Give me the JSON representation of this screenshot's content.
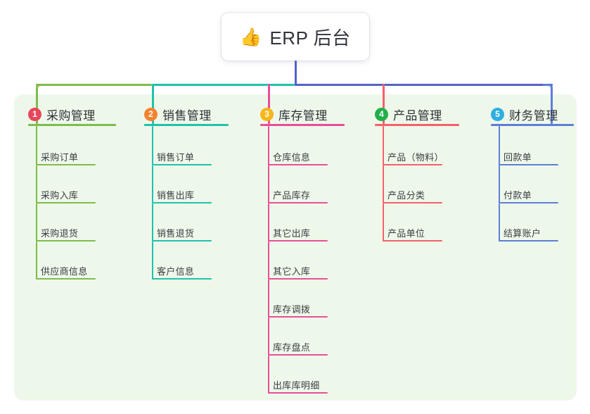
{
  "diagram": {
    "type": "mindmap-tree",
    "title": "ERP 后台",
    "root": {
      "label": "ERP 后台",
      "icon": "thumbs-up-icon",
      "emoji": "👍",
      "box_color": "#ffffff",
      "text_color": "#31343b"
    },
    "panel": {
      "background": "#eef8ea"
    },
    "trunk_color": "#5562c8",
    "branches": [
      {
        "index": 1,
        "badge": "1",
        "badge_color": "#e8455c",
        "label": "采购管理",
        "line_color": "#7dbd4c",
        "items": [
          {
            "label": "采购订单"
          },
          {
            "label": "采购入库"
          },
          {
            "label": "采购退货"
          },
          {
            "label": "供应商信息"
          }
        ]
      },
      {
        "index": 2,
        "badge": "2",
        "badge_color": "#f5822e",
        "label": "销售管理",
        "line_color": "#1fc2ad",
        "items": [
          {
            "label": "销售订单"
          },
          {
            "label": "销售出库"
          },
          {
            "label": "销售退货"
          },
          {
            "label": "客户信息"
          }
        ]
      },
      {
        "index": 3,
        "badge": "3",
        "badge_color": "#f7b618",
        "label": "库存管理",
        "line_color": "#ea4d9b",
        "items": [
          {
            "label": "仓库信息"
          },
          {
            "label": "产品库存"
          },
          {
            "label": "其它出库"
          },
          {
            "label": "其它入库"
          },
          {
            "label": "库存调拨"
          },
          {
            "label": "库存盘点"
          },
          {
            "label": "出库库明细"
          }
        ]
      },
      {
        "index": 4,
        "badge": "4",
        "badge_color": "#22b04b",
        "label": "产品管理",
        "line_color": "#f4606c",
        "items": [
          {
            "label": "产品（物料）"
          },
          {
            "label": "产品分类"
          },
          {
            "label": "产品单位"
          }
        ]
      },
      {
        "index": 5,
        "badge": "5",
        "badge_color": "#2eaee0",
        "label": "财务管理",
        "line_color": "#5e7ed8",
        "items": [
          {
            "label": "回款单"
          },
          {
            "label": "付款单"
          },
          {
            "label": "结算账户"
          }
        ]
      }
    ]
  }
}
